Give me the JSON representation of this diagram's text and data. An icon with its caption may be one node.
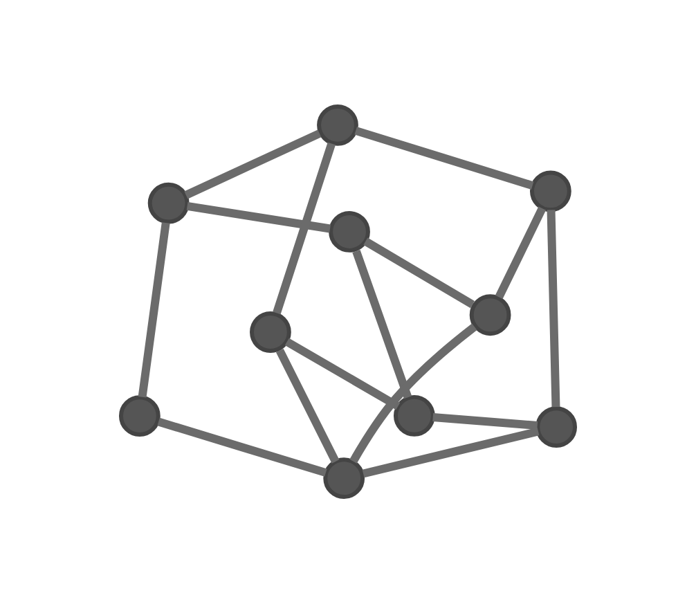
{
  "diagram": {
    "nodes": [
      {
        "text": [],
        "shape": "circle"
      },
      {
        "text": [],
        "shape": "circle"
      },
      {
        "text": [],
        "shape": "circle"
      },
      {
        "text": [],
        "shape": "circle"
      },
      {
        "text": [],
        "shape": "circle"
      },
      {
        "text": [],
        "shape": "circle"
      },
      {
        "text": [],
        "shape": "circle"
      },
      {
        "text": [],
        "shape": "circle"
      },
      {
        "text": [],
        "shape": "circle"
      },
      {
        "text": [],
        "shape": "circle"
      }
    ],
    "edges": [
      {
        "from": 1,
        "to": 0,
        "arrow": "none"
      },
      {
        "from": 0,
        "to": 5,
        "arrow": "none"
      },
      {
        "from": 5,
        "to": 8,
        "arrow": "none"
      },
      {
        "from": 8,
        "to": 9,
        "arrow": "none"
      },
      {
        "from": 9,
        "to": 6,
        "arrow": "none"
      },
      {
        "from": 6,
        "to": 1,
        "arrow": "none"
      },
      {
        "from": 1,
        "to": 2,
        "arrow": "none"
      },
      {
        "from": 2,
        "to": 4,
        "arrow": "none"
      },
      {
        "from": 4,
        "to": 3,
        "arrow": "none"
      },
      {
        "from": 3,
        "to": 5,
        "arrow": "none"
      },
      {
        "from": 4,
        "to": 7,
        "arrow": "none"
      },
      {
        "from": 7,
        "to": 9,
        "arrow": "none"
      },
      {
        "from": 0,
        "to": 7,
        "arrow": "none"
      },
      {
        "from": 2,
        "to": 9,
        "arrow": "none"
      },
      {
        "from": 6,
        "to": 3,
        "arrow": "none"
      }
    ]
  }
}
